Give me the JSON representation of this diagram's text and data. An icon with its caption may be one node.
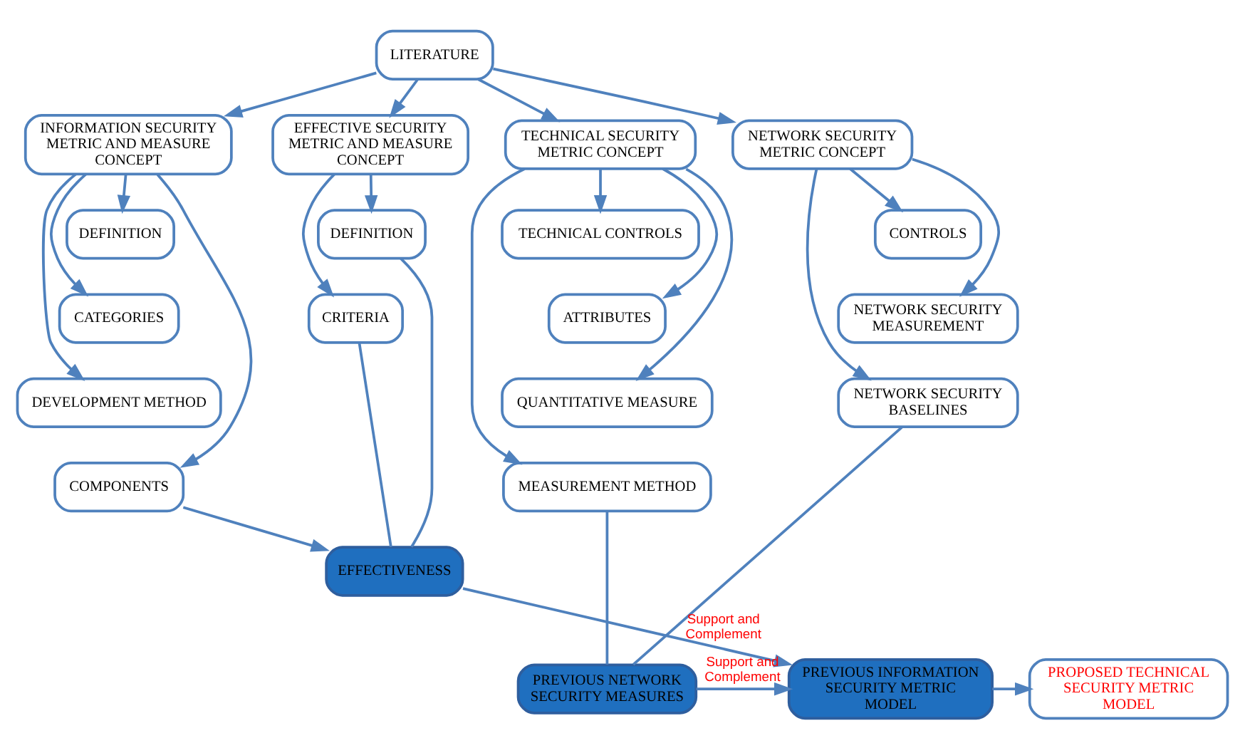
{
  "diagram": {
    "nodes": [
      {
        "text": [
          "LITERATURE"
        ]
      },
      {
        "text": [
          "INFORMATION SECURITY METRIC AND MEASURE CONCEPT"
        ]
      },
      {
        "text": [
          "EFFECTIVE SECURITY METRIC AND MEASURE CONCEPT"
        ]
      },
      {
        "text": [
          "TECHNICAL SECURITY METRIC CONCEPT"
        ]
      },
      {
        "text": [
          "NETWORK SECURITY METRIC CONCEPT"
        ]
      },
      {
        "text": [
          "DEFINITION"
        ]
      },
      {
        "text": [
          "CATEGORIES"
        ]
      },
      {
        "text": [
          "DEVELOPMENT METHOD"
        ]
      },
      {
        "text": [
          "COMPONENTS"
        ]
      },
      {
        "text": [
          "DEFINITION"
        ]
      },
      {
        "text": [
          "CRITERIA"
        ]
      },
      {
        "text": [
          "TECHNICAL CONTROLS"
        ]
      },
      {
        "text": [
          "ATTRIBUTES"
        ]
      },
      {
        "text": [
          "QUANTITATIVE MEASURE"
        ]
      },
      {
        "text": [
          "MEASUREMENT METHOD"
        ]
      },
      {
        "text": [
          "CONTROLS"
        ]
      },
      {
        "text": [
          "NETWORK SECURITY MEASUREMENT"
        ]
      },
      {
        "text": [
          "NETWORK SECURITY BASELINES"
        ]
      },
      {
        "text": [
          "EFFECTIVENESS"
        ]
      },
      {
        "text": [
          "PROPOSED TECHNICAL SECURITY METRIC MODEL"
        ]
      },
      {
        "text": [
          "PREVIOUS INFORMATION SECURITY METRIC MODEL"
        ]
      },
      {
        "text": [
          "PREVIOUS NETWORK SECURITY MEASURES"
        ]
      }
    ],
    "edges": [
      {
        "from": 0,
        "to": 1,
        "arrow": "to"
      },
      {
        "from": 0,
        "to": 2,
        "arrow": "to"
      },
      {
        "from": 0,
        "to": 3,
        "arrow": "to"
      },
      {
        "from": 0,
        "to": 4,
        "arrow": "to"
      },
      {
        "from": 1,
        "to": 5,
        "arrow": "to"
      },
      {
        "from": 1,
        "to": 6,
        "arrow": "to"
      },
      {
        "from": 1,
        "to": 7,
        "arrow": "to"
      },
      {
        "from": 1,
        "to": 8,
        "arrow": "to"
      },
      {
        "from": 2,
        "to": 9,
        "arrow": "to"
      },
      {
        "from": 2,
        "to": 10,
        "arrow": "to"
      },
      {
        "from": 3,
        "to": 11,
        "arrow": "to"
      },
      {
        "from": 3,
        "to": 12,
        "arrow": "to"
      },
      {
        "from": 3,
        "to": 13,
        "arrow": "to"
      },
      {
        "from": 3,
        "to": 14,
        "arrow": "to"
      },
      {
        "from": 4,
        "to": 15,
        "arrow": "to"
      },
      {
        "from": 4,
        "to": 16,
        "arrow": "to"
      },
      {
        "from": 4,
        "to": 17,
        "arrow": "to"
      },
      {
        "from": 8,
        "to": 18,
        "arrow": "to"
      },
      {
        "from": 9,
        "to": 18,
        "arrow": "none"
      },
      {
        "from": 10,
        "to": 18,
        "arrow": "none"
      },
      {
        "from": 18,
        "to": 20,
        "arrow": "to",
        "label": "Support and Complement"
      },
      {
        "from": 14,
        "to": 21,
        "arrow": "none"
      },
      {
        "from": 17,
        "to": 21,
        "arrow": "none"
      },
      {
        "from": 21,
        "to": 20,
        "arrow": "to",
        "label": "Support and Complement"
      },
      {
        "from": 20,
        "to": 19,
        "arrow": "to"
      }
    ]
  }
}
